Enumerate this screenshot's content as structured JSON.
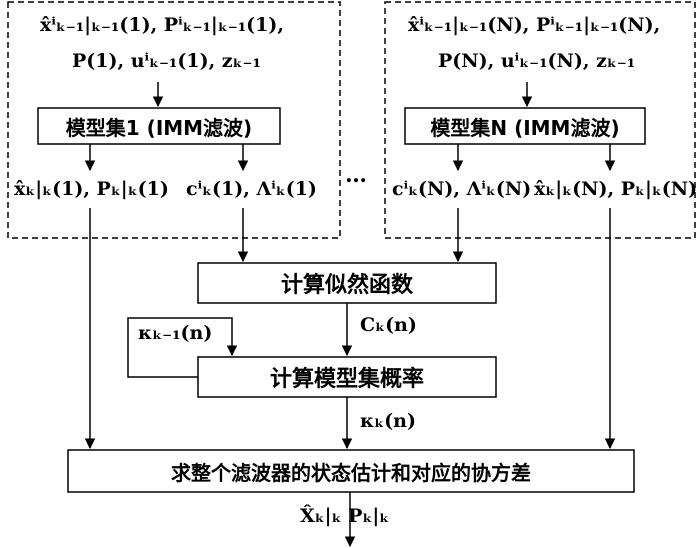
{
  "model_set_1": {
    "inputs_line1": "x̂ⁱₖ₋₁|ₖ₋₁(1), Pⁱₖ₋₁|ₖ₋₁(1),",
    "inputs_line2": "P(1), uⁱₖ₋₁(1), zₖ₋₁",
    "filter_label": "模型集1 (IMM滤波)",
    "output_state": "x̂ₖ|ₖ(1), Pₖ|ₖ(1)",
    "output_likelihood": "cⁱₖ(1), Λⁱₖ(1)"
  },
  "model_set_n": {
    "inputs_line1": "x̂ⁱₖ₋₁|ₖ₋₁(N), Pⁱₖ₋₁|ₖ₋₁(N),",
    "inputs_line2": "P(N), uⁱₖ₋₁(N), zₖ₋₁",
    "filter_label": "模型集N (IMM滤波)",
    "output_likelihood": "cⁱₖ(N), Λⁱₖ(N)",
    "output_state": "x̂ₖ|ₖ(N), Pₖ|ₖ(N)"
  },
  "ellipsis": "…",
  "compute_likelihood": "计算似然函数",
  "likelihood_output": "Cₖ(n)",
  "prior_prob": "κₖ₋₁(n)",
  "compute_probability": "计算模型集概率",
  "probability_output": "κₖ(n)",
  "fusion": "求整个滤波器的状态估计和对应的协方差",
  "final_output": "X̂ₖ|ₖ   Pₖ|ₖ"
}
